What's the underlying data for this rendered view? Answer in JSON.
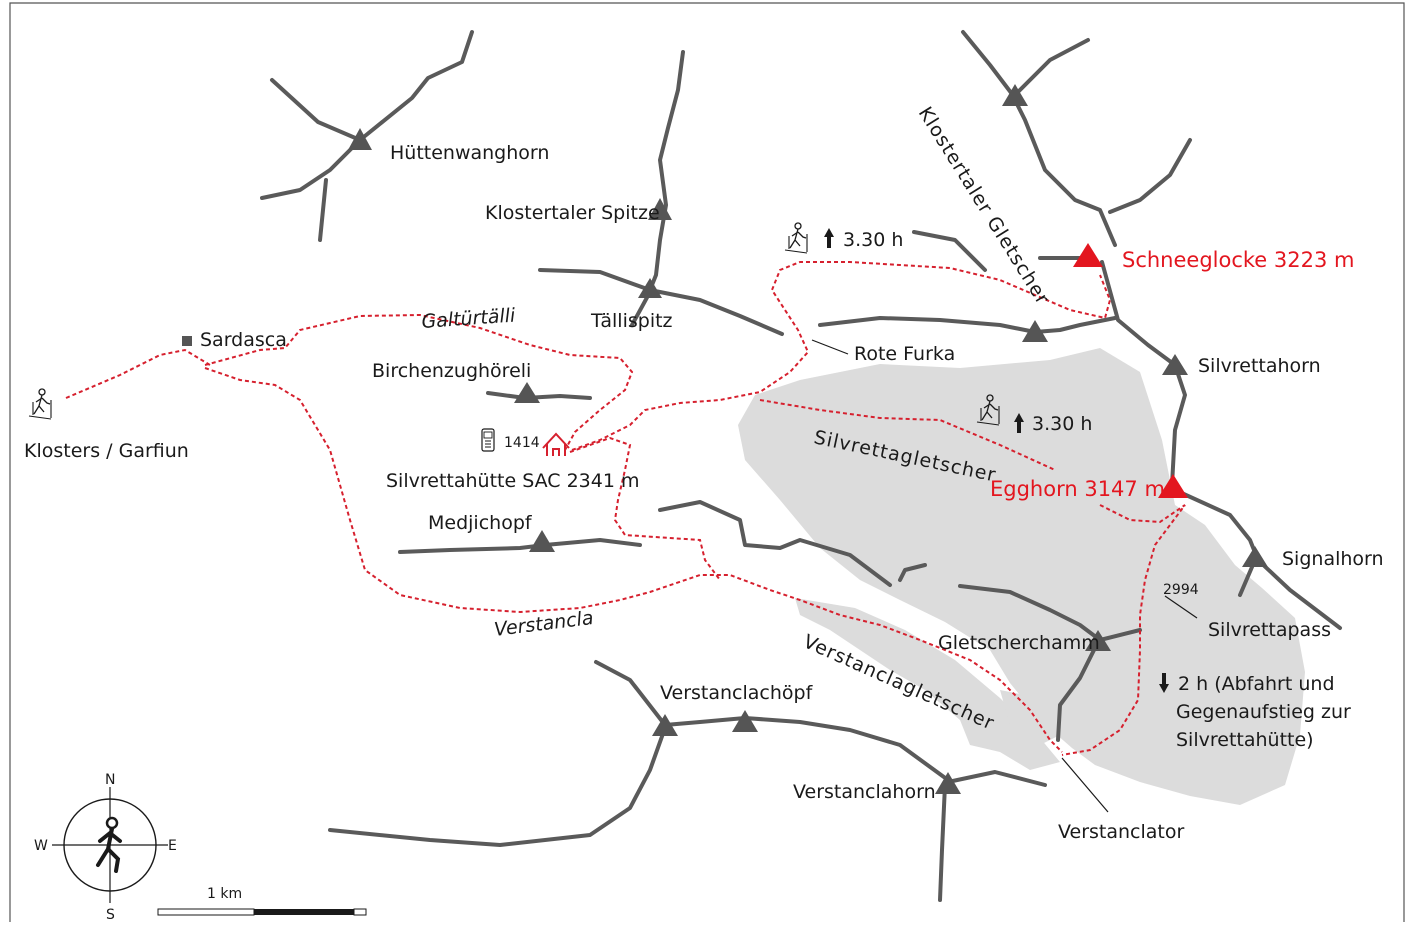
{
  "colors": {
    "route": "#d6202e",
    "summit_target": "#e3161f",
    "ridge": "#5a5a5a",
    "peak": "#555555",
    "glacier": "#dcdcdc",
    "hut": "#d6202e",
    "text": "#1a1a1a"
  },
  "peaks": {
    "huettenwanghorn": "Hüttenwanghorn",
    "klostertaler_spitze": "Klostertaler Spitze",
    "taellispitz": "Tällispitz",
    "birchenzughoereli": "Birchenzughöreli",
    "medjichopf": "Medjichopf",
    "silvrettahorn": "Silvrettahorn",
    "signalhorn": "Signalhorn",
    "gletscherchamm": "Gletscherchamm",
    "verstanclachoepf": "Verstanclachöpf",
    "verstanclahorn": "Verstanclahorn"
  },
  "targets": {
    "schneeglocke": "Schneeglocke 3223 m",
    "egghorn": "Egghorn 3147 m"
  },
  "places": {
    "sardasca": "Sardasca",
    "klosters": "Klosters / Garfiun",
    "hut": "Silvrettahütte SAC 2341 m",
    "hut_phone": "1414",
    "rote_furka": "Rote Furka",
    "silvrettapass": "Silvrettapass",
    "silvrettapass_elev": "2994",
    "verstanclator": "Verstanclator"
  },
  "valleys": {
    "galtuertaelli": "Galtürtälli",
    "verstancla": "Verstancla"
  },
  "glaciers": {
    "silvrettagletscher": "Silvrettagletscher",
    "verstanclagletscher": "Verstanclagletscher",
    "klostertaler_gletscher": "Klostertaler Gletscher"
  },
  "times": {
    "ascent_1": "3.30 h",
    "ascent_2": "3.30 h",
    "descent_line1": "2 h (Abfahrt und",
    "descent_line2": "Gegenaufstieg zur",
    "descent_line3": "Silvrettahütte)"
  },
  "icons": {
    "skier": "ski-touring-icon",
    "up_arrow": "up-arrow-icon",
    "down_arrow": "down-arrow-icon",
    "hut": "hut-icon",
    "phone": "phone-icon",
    "compass": "compass-rose-icon",
    "square": "village-square-icon"
  },
  "compass": {
    "n": "N",
    "s": "S",
    "e": "E",
    "w": "W"
  },
  "scale": {
    "label": "1 km"
  }
}
